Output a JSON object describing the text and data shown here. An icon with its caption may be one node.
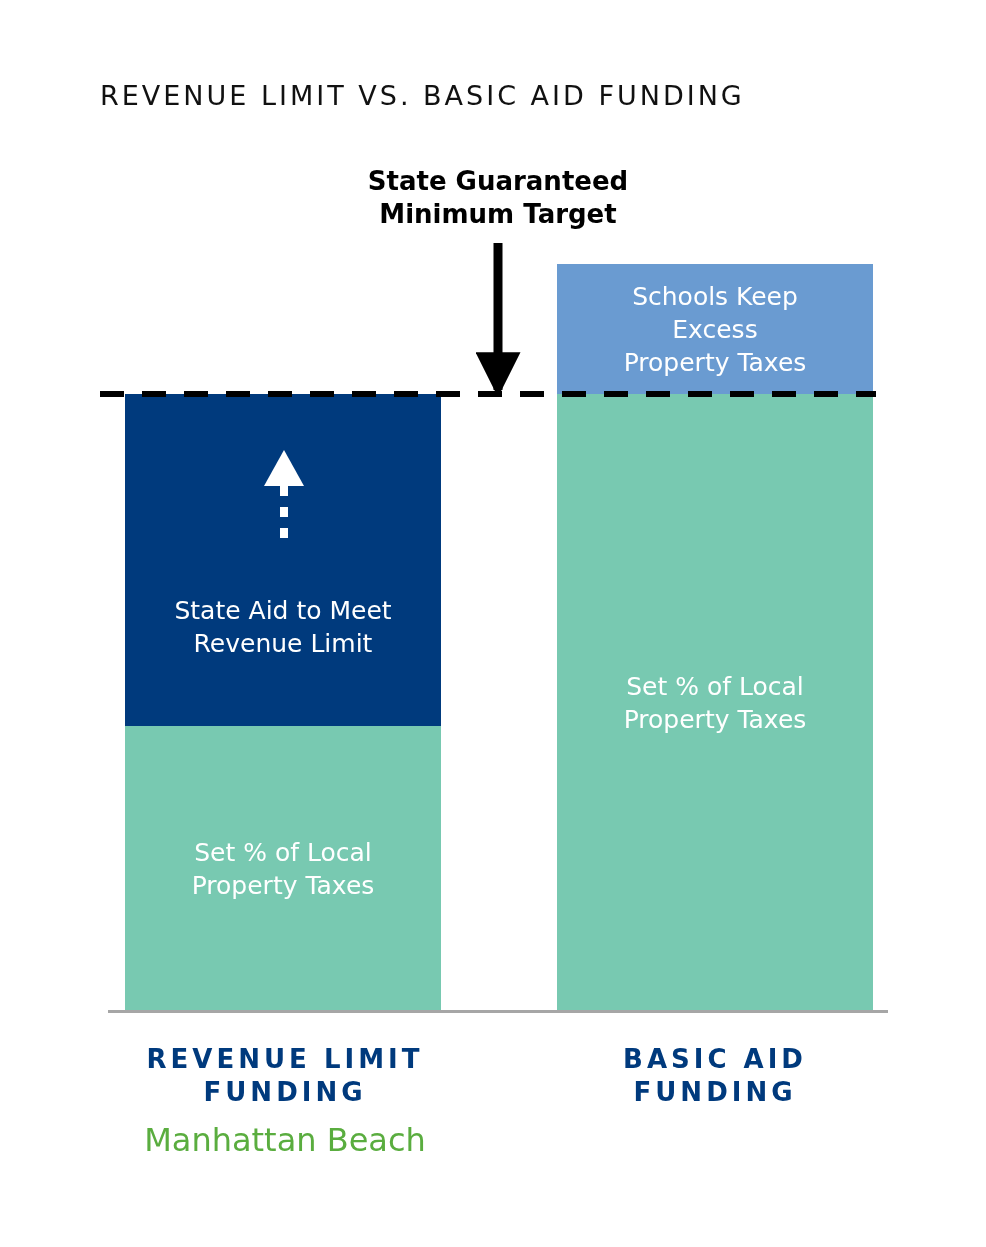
{
  "diagram": {
    "title": "REVENUE LIMIT VS. BASIC AID FUNDING",
    "nodes": [
      {
        "text": [
          "State Guaranteed Minimum Target"
        ]
      },
      {
        "text": [],
        "shape": "line"
      },
      {
        "text": [
          "Schools Keep Excess Property Taxes"
        ]
      },
      {
        "text": [
          "State Aid to Meet Revenue Limit"
        ]
      },
      {
        "text": [
          "Set % of Local Property Taxes"
        ]
      },
      {
        "text": [
          "Set % of Local Property Taxes"
        ]
      }
    ],
    "edges": [
      {
        "from": 0,
        "to": 1,
        "arrow": "to"
      }
    ],
    "labels": [
      "REVENUE LIMIT FUNDING",
      "BASIC AID FUNDING",
      "Manhattan Beach"
    ]
  }
}
